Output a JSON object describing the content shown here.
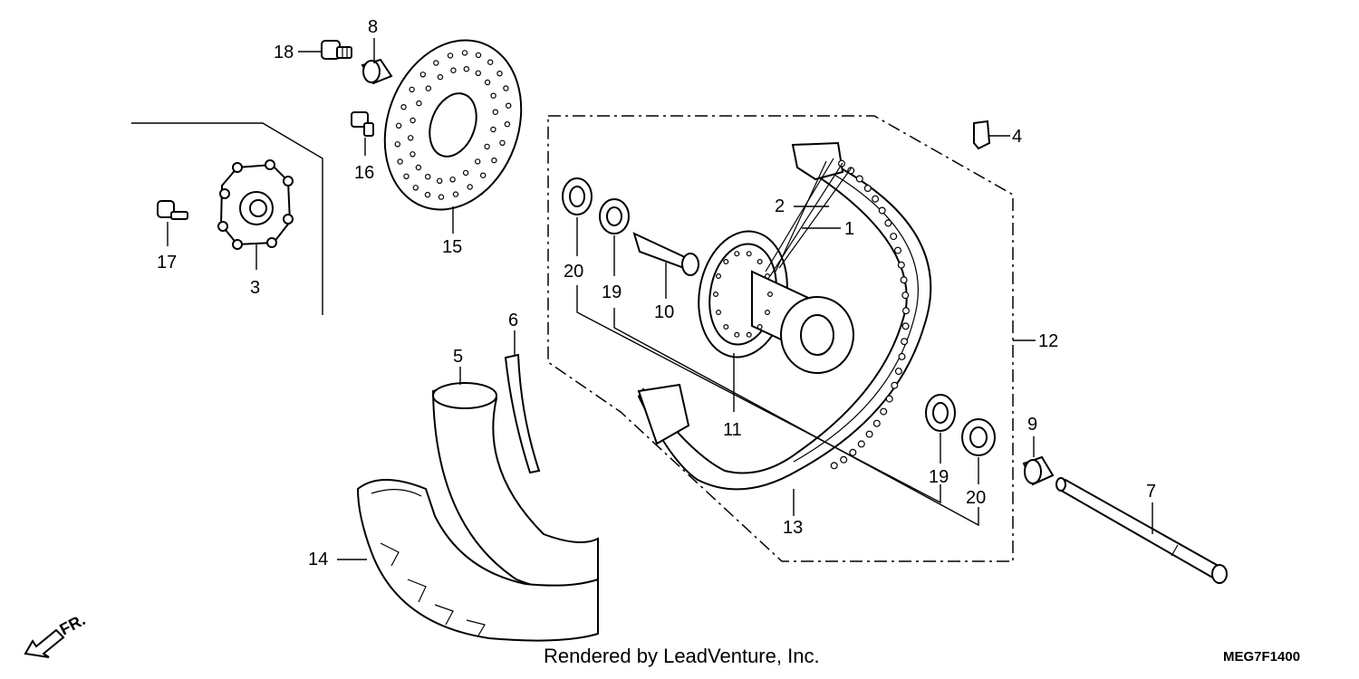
{
  "callouts": {
    "p1": "1",
    "p2": "2",
    "p3": "3",
    "p4": "4",
    "p5": "5",
    "p6": "6",
    "p7": "7",
    "p8": "8",
    "p9": "9",
    "p10": "10",
    "p11": "11",
    "p12": "12",
    "p13": "13",
    "p14": "14",
    "p15": "15",
    "p16": "16",
    "p17": "17",
    "p18": "18",
    "p19a": "19",
    "p19b": "19",
    "p20a": "20",
    "p20b": "20"
  },
  "footer": {
    "credit": "Rendered by LeadVenture, Inc.",
    "diagram_code": "MEG7F1400"
  },
  "direction": {
    "label": "FR."
  }
}
